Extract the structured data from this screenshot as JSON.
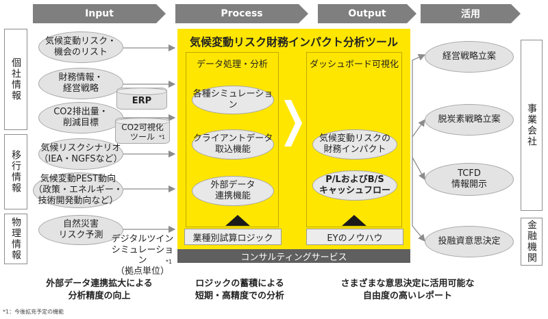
{
  "headers": {
    "input": "Input",
    "process": "Process",
    "output": "Output",
    "use": "活用"
  },
  "categories": {
    "individual": "個社情報",
    "transition": "移行情報",
    "physical": "物理情報",
    "business": "事業会社",
    "finance": "金融機関"
  },
  "inputs": {
    "risk_list": "気候変動リスク・\n機会のリスト",
    "finance_info": "財務情報・\n経営戦略",
    "erp": "ERP",
    "co2": "CO2排出量・\n削減目標",
    "co2_tool": "CO2可視化\nツール",
    "co2_tool_note": "*1",
    "scenario": "気候リスクシナリオ\n（IEA・NGFSなど）",
    "pest": "気候変動PEST動向\n（政策・エネルギー・\n技術開発動向など）",
    "disaster": "自然災害\nリスク予測",
    "digital_twin": "デジタルツイン\nシミュレーション\n（拠点単位）",
    "digital_twin_note": "*1"
  },
  "process": {
    "tool_title": "気候変動リスク財務インパクト分析ツール",
    "data_processing": {
      "title": "データ処理・分析",
      "items": [
        "各種シミュレーション",
        "クライアントデータ\n取込機能",
        "外部データ\n連携機能"
      ]
    },
    "dashboard": {
      "title": "ダッシュボード可視化",
      "items": [
        "気候変動リスクの\n財務インパクト",
        "P/LおよびB/S\nキャッシュフロー"
      ]
    },
    "industry_logic": "業種別試算ロジック",
    "ey_knowhow": "EYのノウハウ",
    "consulting": "コンサルティングサービス"
  },
  "outputs": [
    "経営戦略立案",
    "脱炭素戦略立案",
    "TCFD\n情報開示",
    "投融資意思決定"
  ],
  "footers": {
    "input": "外部データ連携拡大による\n分析精度の向上",
    "process": "ロジックの蓄積による\n短期・高精度での分析",
    "output": "さまざまな意思決定に活用可能な\n自由度の高いレポート"
  },
  "footnote": "*1：今後拡充予定の機能",
  "colors": {
    "accent_yellow": "#ffe600",
    "header_gray": "#7f7f7f",
    "ellipse_gray": "#e3e3e3",
    "dark_bar": "#5f5f5f"
  }
}
